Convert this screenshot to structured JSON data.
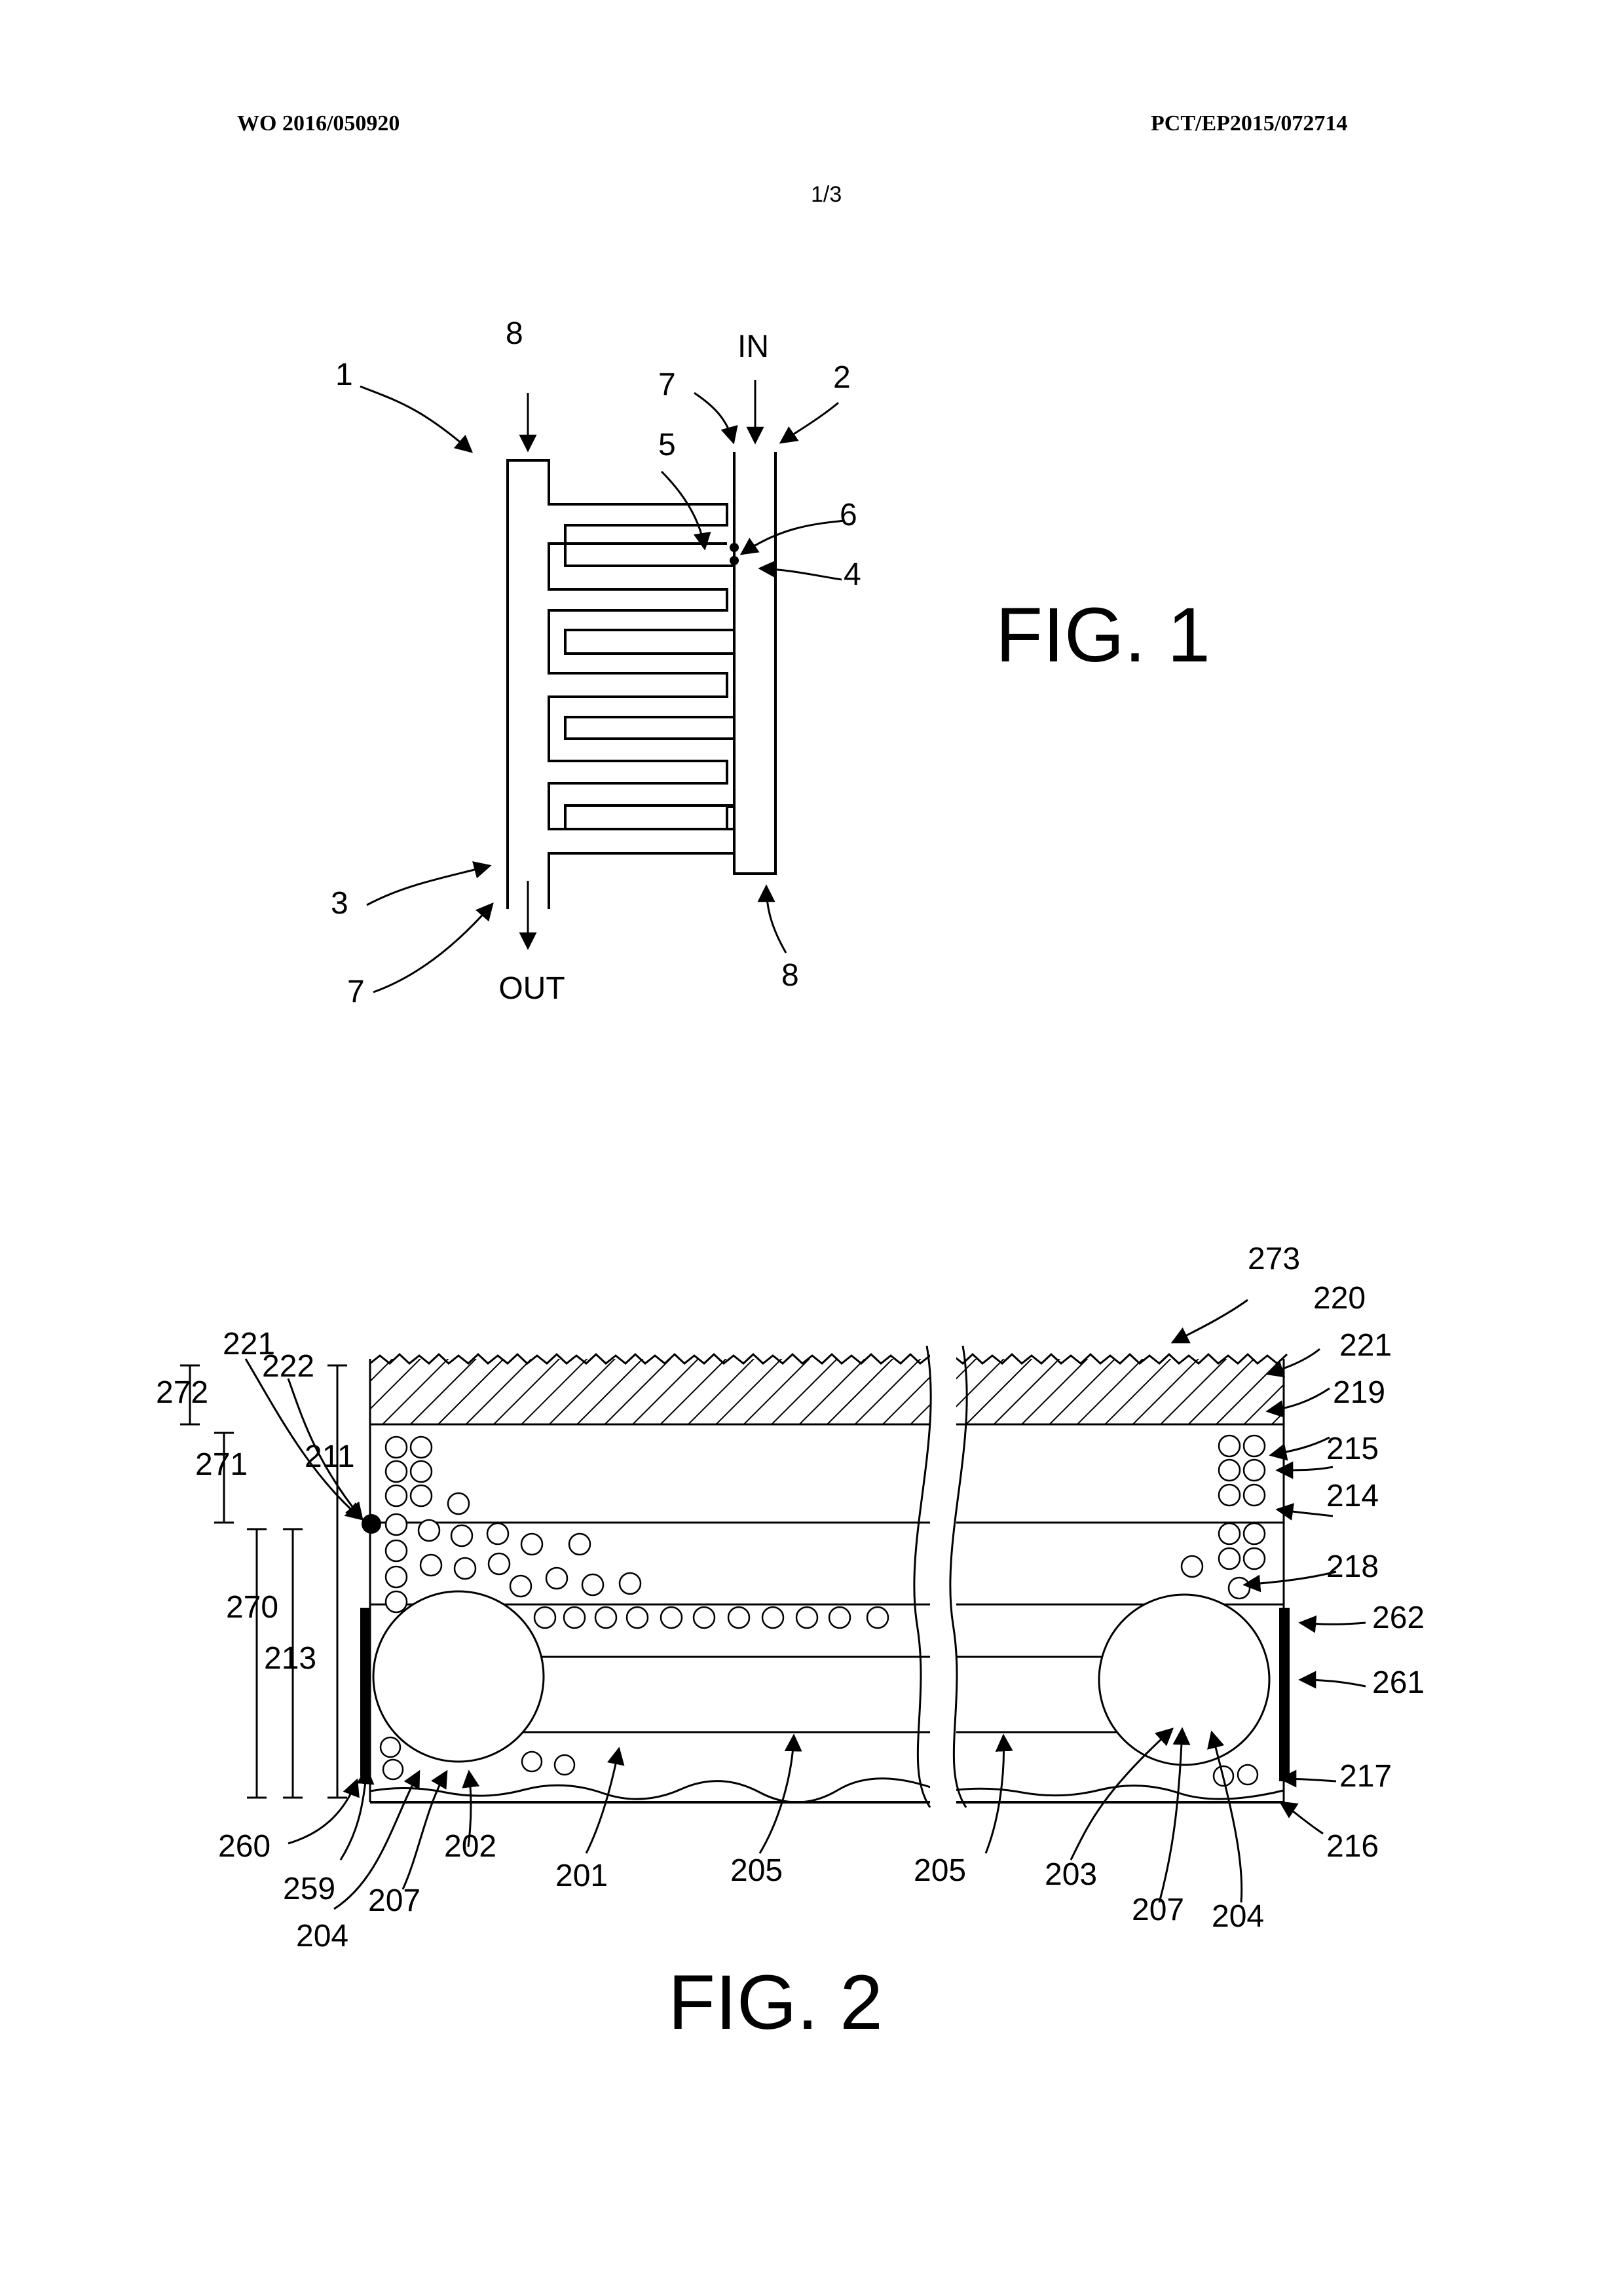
{
  "header": {
    "publication_number": "WO 2016/050920",
    "application_number": "PCT/EP2015/072714",
    "sheet": "1/3"
  },
  "fig1": {
    "caption": "FIG. 1",
    "labels": {
      "in": "IN",
      "out": "OUT",
      "r1": "1",
      "r2": "2",
      "r3": "3",
      "r4": "4",
      "r5": "5",
      "r6": "6",
      "r7a": "7",
      "r7b": "7",
      "r8a": "8",
      "r8b": "8"
    }
  },
  "fig2": {
    "caption": "FIG. 2",
    "labels": {
      "r273": "273",
      "r220": "220",
      "r221a": "221",
      "r221b": "221",
      "r222": "222",
      "r272": "272",
      "r211": "211",
      "r271": "271",
      "r219": "219",
      "r215": "215",
      "r214": "214",
      "r218": "218",
      "r270": "270",
      "r213": "213",
      "r262": "262",
      "r261": "261",
      "r217": "217",
      "r216": "216",
      "r260": "260",
      "r259": "259",
      "r204a": "204",
      "r207a": "207",
      "r202": "202",
      "r201": "201",
      "r205a": "205",
      "r205b": "205",
      "r203": "203",
      "r207b": "207",
      "r204b": "204"
    }
  }
}
